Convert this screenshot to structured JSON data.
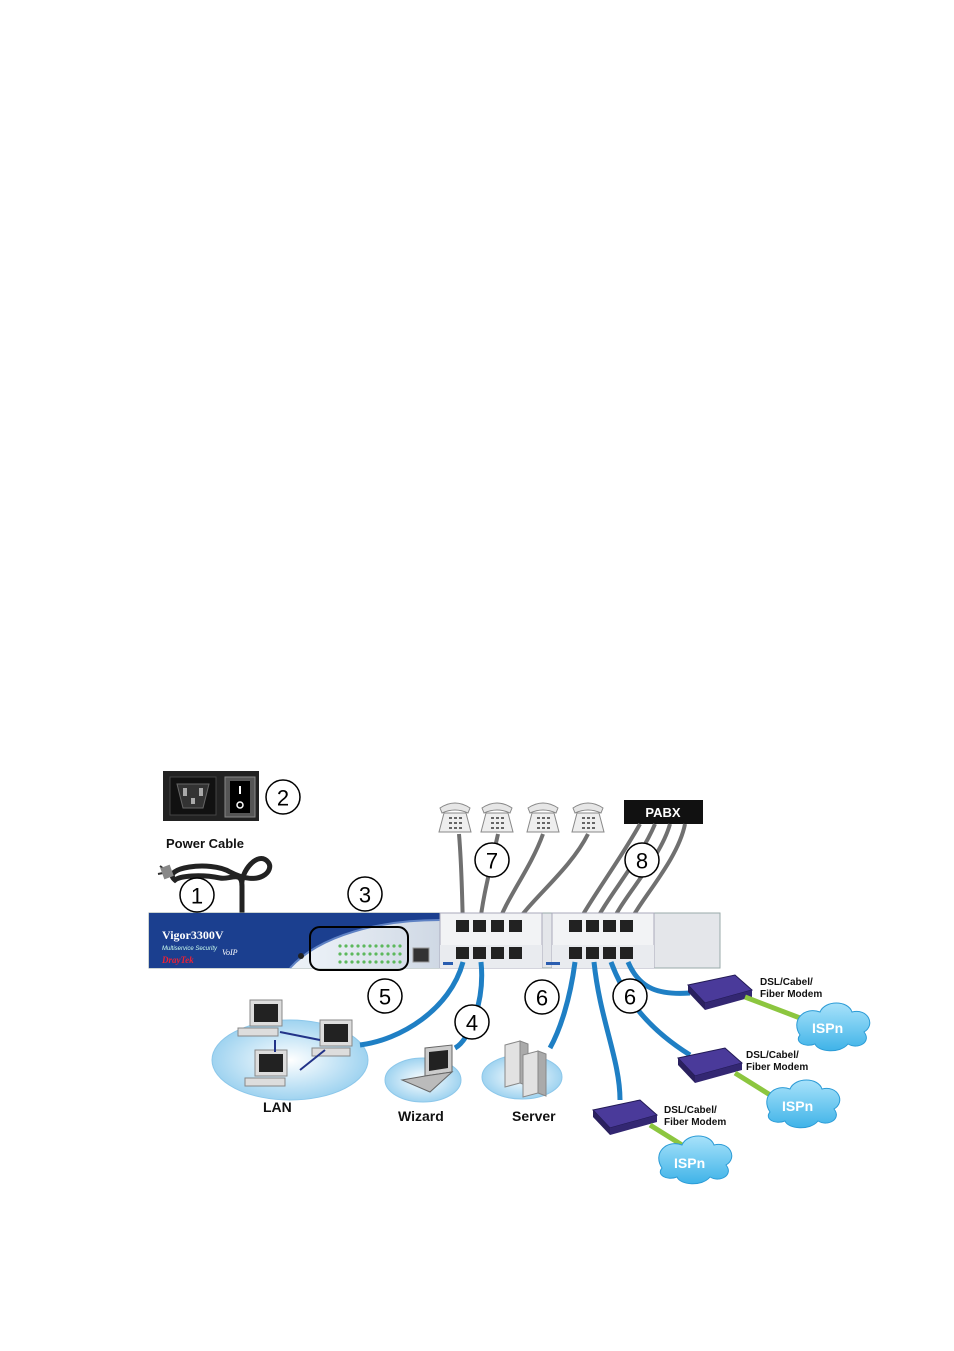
{
  "labels": {
    "power_cable": "Power Cable",
    "pabx": "PABX",
    "lan": "LAN",
    "wizard": "Wizard",
    "server": "Server",
    "modem_line1": "DSL/Cabel/",
    "modem_line2": "Fiber Modem",
    "isp": "ISPn"
  },
  "device": {
    "model": "Vigor3300V",
    "subtitle": "Multiservice Security",
    "voip": "VoIP",
    "brand": "DrayTek"
  },
  "callouts": [
    "1",
    "2",
    "3",
    "4",
    "5",
    "6",
    "6",
    "7",
    "8"
  ],
  "colors": {
    "cable_blue": "#1f7fc4",
    "cable_green": "#8cc63f",
    "cable_gray": "#707070",
    "cloud": "#6ecbf2",
    "device_blue": "#1b3f8f"
  }
}
